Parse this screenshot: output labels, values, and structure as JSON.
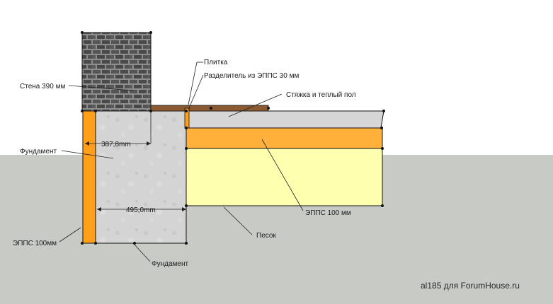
{
  "labels": {
    "wall": "Стена 390 мм",
    "foundation_upper": "Фундамент",
    "foundation_lower": "Фундамент",
    "epps_wall": "ЭППС 100мм",
    "tile": "Плитка",
    "separator": "Разделитель из ЭППС 30 мм",
    "screed": "Стяжка и теплый пол",
    "epps_floor": "ЭППС 100 мм",
    "sand": "Песок"
  },
  "dimensions": {
    "upper": "387,8mm",
    "lower": "495,0mm"
  },
  "watermark": "al185 для ForumHouse.ru",
  "colors": {
    "background_sky": "#ffffff",
    "background_ground": "#c8cac6",
    "concrete": "#d3d3d3",
    "brick_mortar": "#8c8c8c",
    "brick": "#4f4f4f",
    "epps": "#ff9f1a",
    "epps_floor": "#ffb13b",
    "sand": "#ffffb0",
    "tile": "#8b5a32"
  }
}
